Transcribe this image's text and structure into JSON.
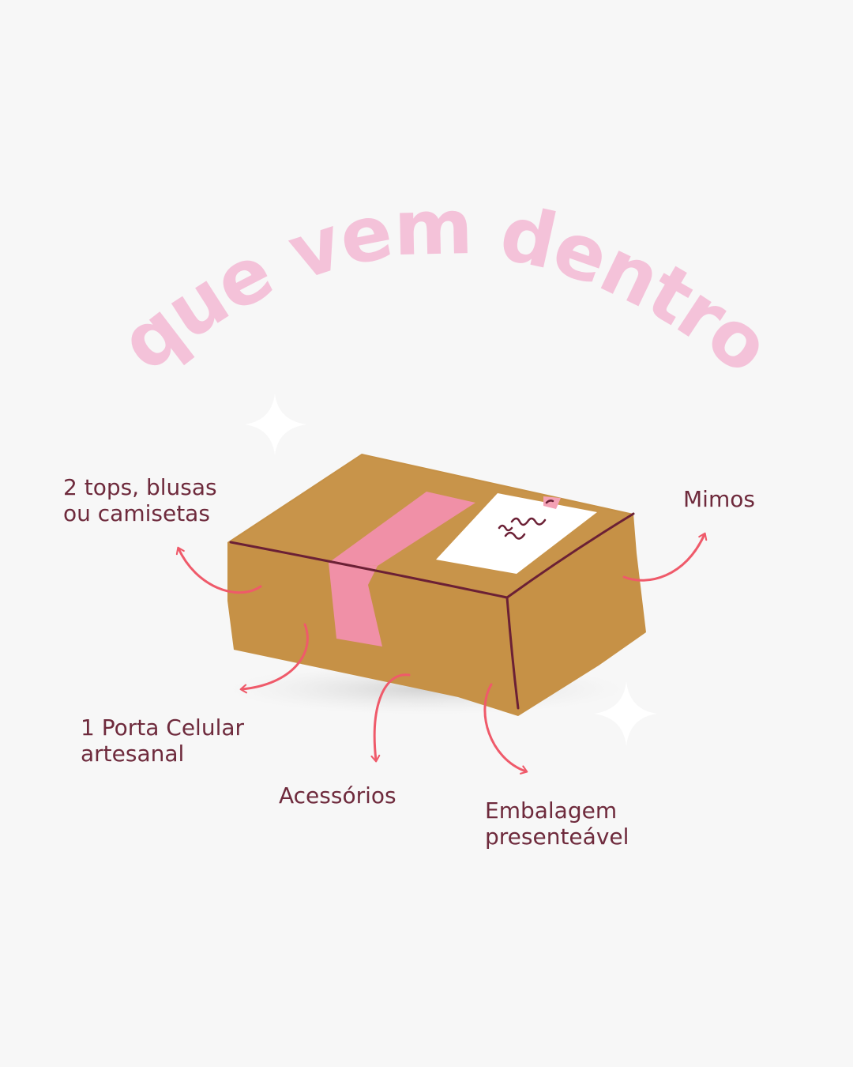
{
  "title": "o que vem dentro?",
  "labels": {
    "tops": [
      "2 tops, blusas",
      "ou camisetas"
    ],
    "mimos": "Mimos",
    "porta_celular": [
      "1 Porta Celular",
      "artesanal"
    ],
    "acessorios": "Acessórios",
    "embalagem": [
      "Embalagem",
      "presenteável"
    ]
  },
  "icons": [
    "sparkle-icon",
    "arrow-icon",
    "gift-box-illustration",
    "note-card-icon"
  ],
  "colors": {
    "background": "#f7f7f7",
    "title_pink": "#f4c2d9",
    "label_text": "#6e2a3c",
    "arrow_red": "#ef5a6a",
    "box_brown": "#c69146",
    "tape_pink": "#f090a7",
    "outline": "#6b2035"
  }
}
